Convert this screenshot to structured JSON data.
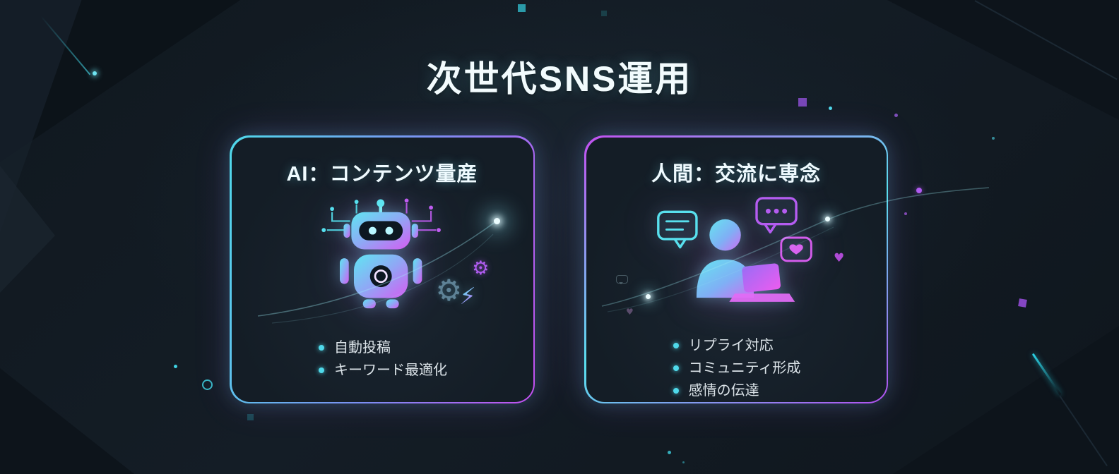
{
  "title": "次世代SNS運用",
  "cards": [
    {
      "heading": "AI：コンテンツ量産",
      "icon": "robot-icon",
      "items": [
        "自動投稿",
        "キーワード最適化"
      ]
    },
    {
      "heading": "人間：交流に専念",
      "icon": "person-chat-icon",
      "items": [
        "リプライ対応",
        "コミュニティ形成",
        "感情の伝達"
      ]
    }
  ],
  "icons": {
    "gear_large": "⚙",
    "gear_small": "⚙",
    "bolt": "⚡",
    "heart": "♥"
  },
  "colors": {
    "background": "#121a22",
    "cyan": "#57e0ef",
    "magenta": "#c45bf0",
    "heading_text": "#effbff",
    "list_text": "#dbe3e8"
  }
}
